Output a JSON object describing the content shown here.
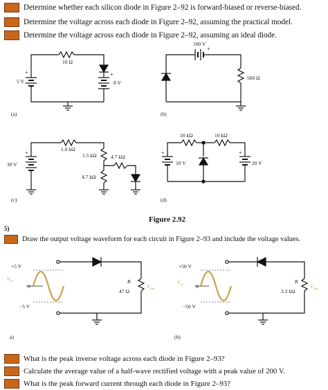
{
  "questions_top": [
    "Determine whether each silicon diode in Figure 2–92 is forward-biased or reverse-biased.",
    "Determine the voltage across each diode in Figure 2–92, assuming the practical model.",
    "Determine the voltage across each diode in Figure 2–92, assuming an ideal diode."
  ],
  "figure_292": {
    "caption": "Figure 2.92",
    "a": {
      "label": "(a)",
      "source": "5 V",
      "resistor": "10 Ω",
      "source2": "8 V"
    },
    "b": {
      "label": "(b)",
      "source": "100 V",
      "resistor": "560 Ω"
    },
    "c": {
      "label": "(c)",
      "source": "30 V",
      "r1": "1.0 kΩ",
      "r2": "1.5 kΩ",
      "r3": "4.7 kΩ",
      "r4": "4.7 kΩ"
    },
    "d": {
      "label": "(d)",
      "r1": "10 kΩ",
      "r2": "10 kΩ",
      "source1": "10 V",
      "source2": "20 V"
    }
  },
  "q5": {
    "number": "5)",
    "text": "Draw the output voltage waveform for each circuit in Figure 2–93 and include the voltage values."
  },
  "figure_293": {
    "a": {
      "label": "a)",
      "vpos": "+5 V",
      "vneg": "−5 V",
      "zero": "0",
      "vin": "V",
      "vin_sub": "in",
      "r": "R",
      "rval": "47 Ω",
      "vout": "V",
      "vout_sub": "out"
    },
    "b": {
      "label": "(b)",
      "vpos": "+50 V",
      "vneg": "−50 V",
      "zero": "0",
      "vin": "V",
      "vin_sub": "in",
      "r": "R",
      "rval": "3.3 kΩ",
      "vout": "V",
      "vout_sub": "out"
    }
  },
  "questions_bottom": [
    "What is the peak inverse voltage across each diode in Figure 2–93?",
    "Calculate the average value of a half-wave rectified voltage with a peak value of 200 V.",
    "What is the peak forward current through each diode in Figure 2–93?"
  ],
  "colors": {
    "marker": "#c8661e",
    "sine": "#c8a24a"
  }
}
